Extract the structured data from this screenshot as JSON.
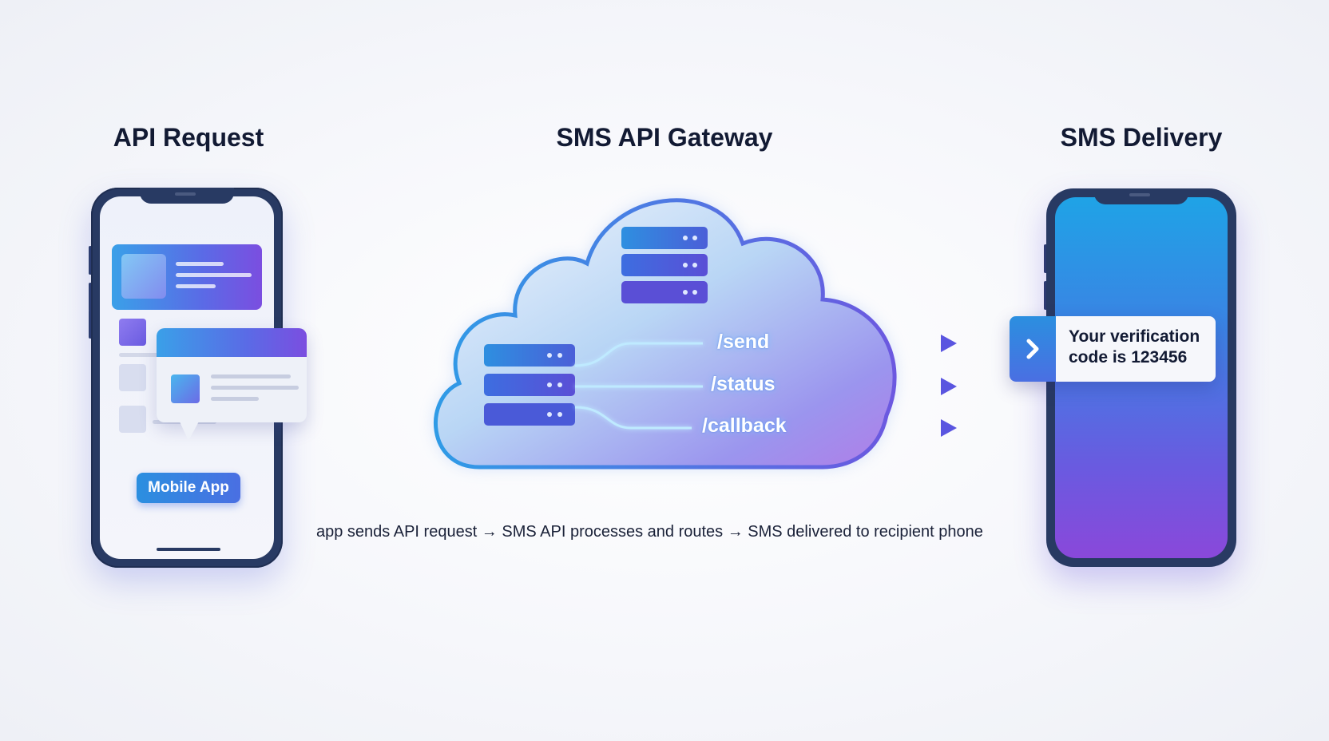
{
  "columns": {
    "left_title": "API Request",
    "center_title": "SMS API Gateway",
    "right_title": "SMS Delivery"
  },
  "left_phone": {
    "button_label": "Mobile App"
  },
  "gateway": {
    "endpoints": [
      "/send",
      "/status",
      "/callback"
    ]
  },
  "right_phone": {
    "message": "Your verification code is 123456"
  },
  "caption": "app sends API request → SMS API processes and routes → SMS delivered to recipient phone",
  "colors": {
    "title": "#121a33",
    "accent_blue": "#2b8fe0",
    "accent_purple": "#7b4ee0",
    "cloud_outline": "#3b8fe6"
  },
  "icons": [
    "server-icon",
    "chevron-right-icon",
    "arrow-right-icon"
  ]
}
